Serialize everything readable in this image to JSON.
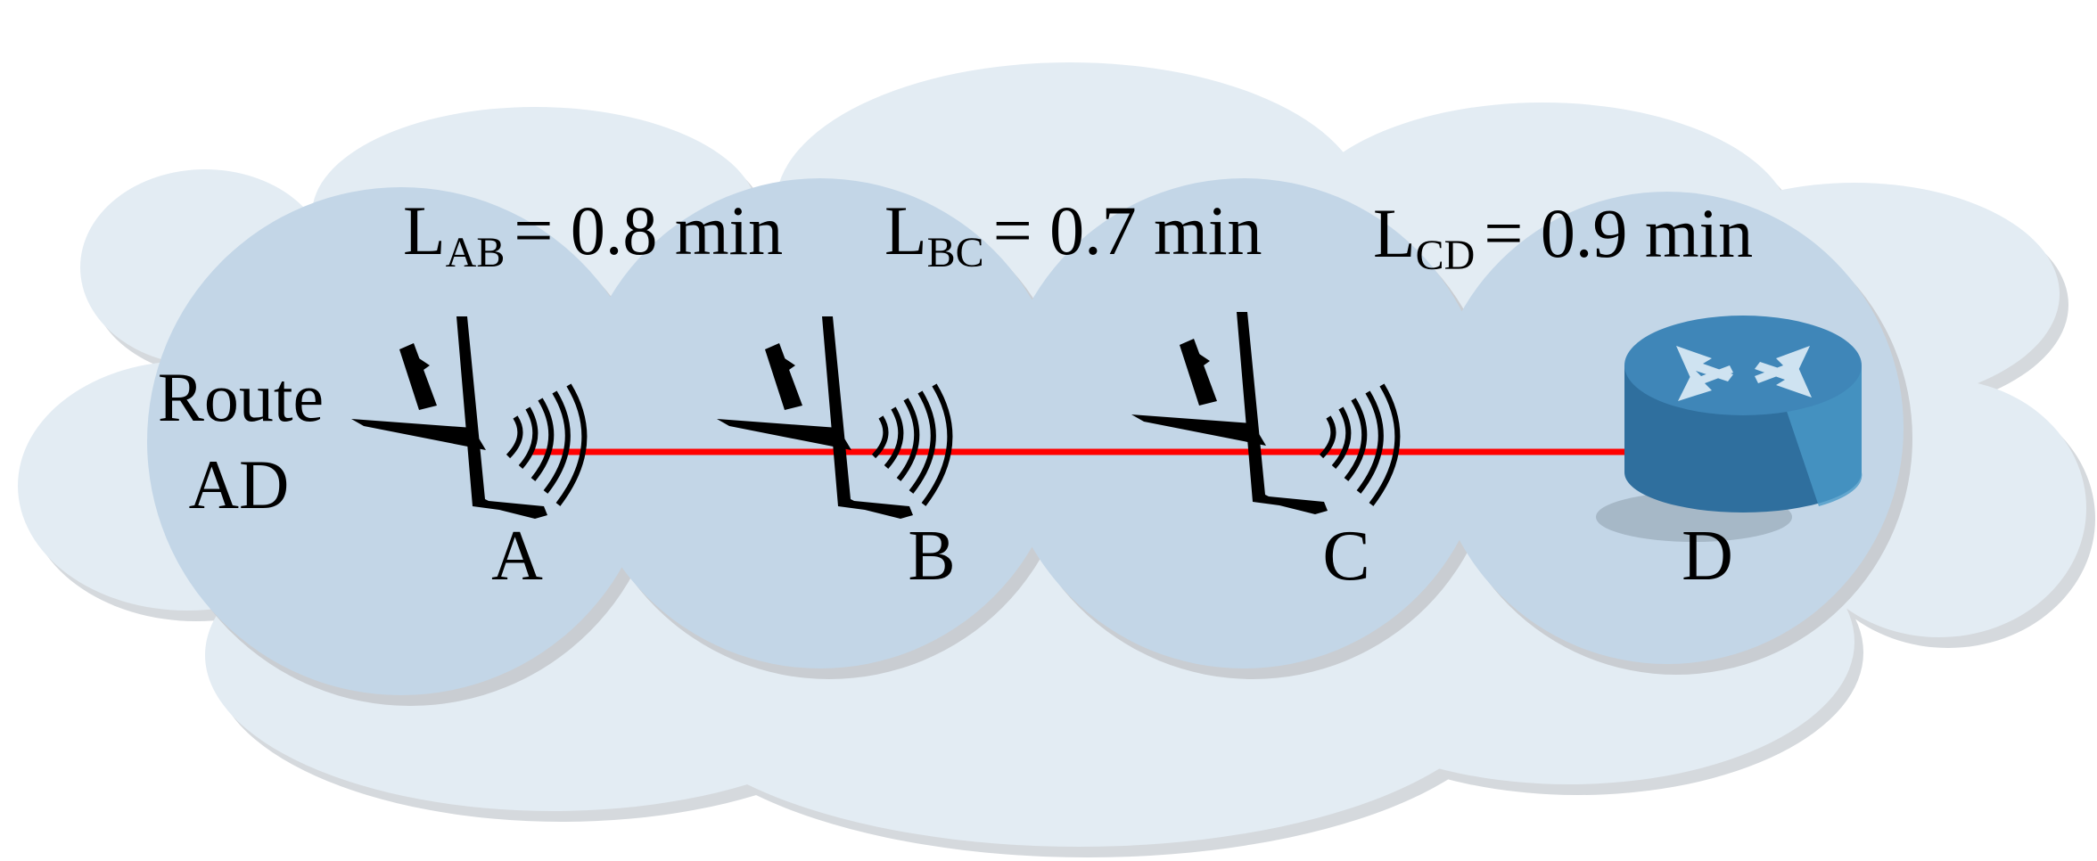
{
  "route_label": {
    "line1": "Route",
    "line2": "AD"
  },
  "nodes": [
    {
      "id": "A",
      "label": "A",
      "kind": "aircraft"
    },
    {
      "id": "B",
      "label": "B",
      "kind": "aircraft"
    },
    {
      "id": "C",
      "label": "C",
      "kind": "aircraft"
    },
    {
      "id": "D",
      "label": "D",
      "kind": "router"
    }
  ],
  "links": [
    {
      "prefix": "L",
      "subscript": "AB",
      "value_text": "= 0.8 min"
    },
    {
      "prefix": "L",
      "subscript": "BC",
      "value_text": "= 0.7 min"
    },
    {
      "prefix": "L",
      "subscript": "CD",
      "value_text": "= 0.9 min"
    }
  ],
  "colors": {
    "cloud": "#e3ecf3",
    "cloud_shadow": "#d5d9dd",
    "circle": "#c3d6e7",
    "circle_shadow": "#c9cdd2",
    "link": "#ff0000",
    "aircraft": "#000000",
    "router_body": "#2f6f9e",
    "router_top": "#3f86b8",
    "router_arrows": "#cfe3f1"
  },
  "icons": {
    "aircraft": "airplane-signal-icon",
    "router": "router-icon"
  }
}
